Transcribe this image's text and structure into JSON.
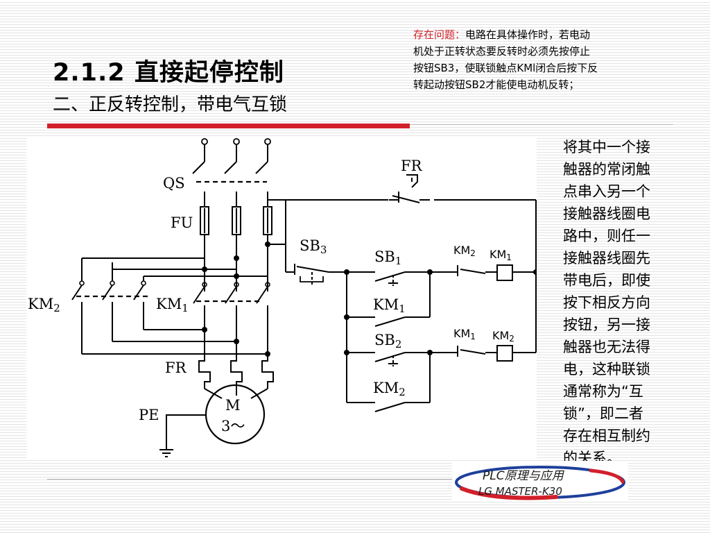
{
  "title": {
    "main": "2.1.2 直接起停控制",
    "sub": "二、正反转控制，带电气互锁"
  },
  "note": {
    "label": "存在问题：",
    "lines": [
      "电路在具体操作时，若电动",
      "机处于正转状态要反转时必须先按停止",
      "按钮SB3，使联锁触点KMl闭合后按下反",
      "转起动按钮SB2才能使电动机反转；"
    ]
  },
  "side_text": {
    "lines": [
      "将其中一个接",
      "触器的常闭触",
      "点串入另一个",
      "接触器线圈电",
      "路中，则任一",
      "接触器线圈先",
      "带电后，即使",
      "按下相反方向",
      "按钮，另一接",
      "触器也无法得",
      "电，这种联锁",
      "通常称为“互",
      "锁”，即二者",
      "存在相互制约",
      "的关系。"
    ]
  },
  "diagram": {
    "labels": {
      "qs": "QS",
      "fu": "FU",
      "km2_main": "KM",
      "km2_main_sub": "2",
      "km1_main": "KM",
      "km1_main_sub": "1",
      "fr_main": "FR",
      "pe": "PE",
      "motor_m": "M",
      "motor_phase": "3～",
      "fr_ctrl": "FR",
      "sb3": "SB",
      "sb3_sub": "3",
      "sb1": "SB",
      "sb1_sub": "1",
      "km1_aux": "KM",
      "km1_aux_sub": "1",
      "sb2": "SB",
      "sb2_sub": "2",
      "km2_aux": "KM",
      "km2_aux_sub": "2",
      "km2_nc": "KM",
      "km2_nc_sub": "2",
      "km1_coil": "KM",
      "km1_coil_sub": "1",
      "km1_nc": "KM",
      "km1_nc_sub": "1",
      "km2_coil": "KM",
      "km2_coil_sub": "2"
    }
  },
  "logo": {
    "line1": "PLC原理与应用",
    "line2": "LG MASTER-K30"
  }
}
